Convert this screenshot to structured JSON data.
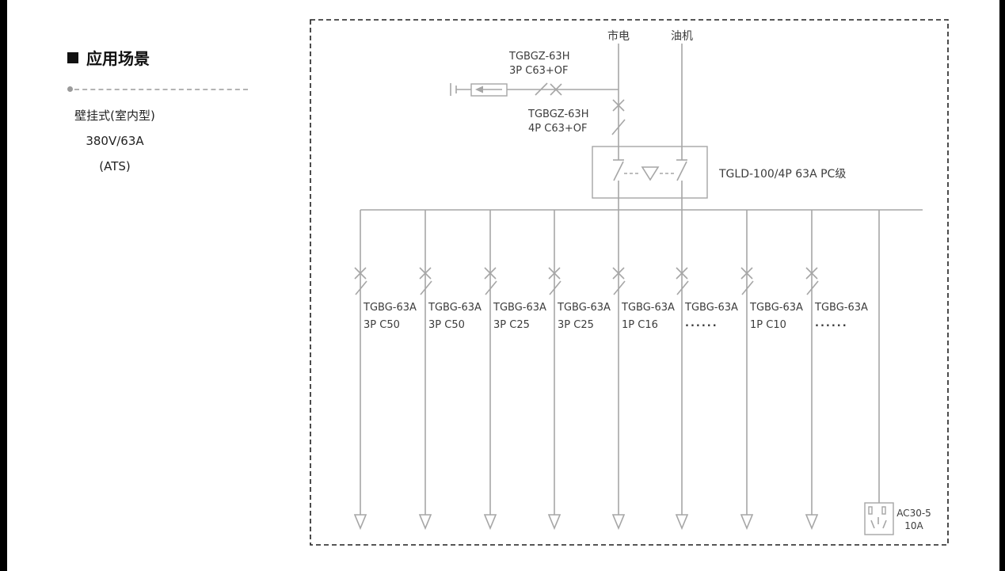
{
  "left_panel": {
    "section_title": "应用场景",
    "lines": [
      "壁挂式(室内型)",
      "380V/63A",
      "(ATS)"
    ]
  },
  "diagram": {
    "source_mains": "市电",
    "source_generator": "油机",
    "spd_breaker": {
      "line1": "TGBGZ-63H",
      "line2": "3P C63+OF"
    },
    "main_breaker": {
      "line1": "TGBGZ-63H",
      "line2": "4P C63+OF"
    },
    "ats_label": "TGLD-100/4P 63A PC级",
    "branches": [
      {
        "model": "TGBG-63A",
        "spec": "3P C50"
      },
      {
        "model": "TGBG-63A",
        "spec": "3P C50"
      },
      {
        "model": "TGBG-63A",
        "spec": "3P C25"
      },
      {
        "model": "TGBG-63A",
        "spec": "3P C25"
      },
      {
        "model": "TGBG-63A",
        "spec": "1P C16"
      },
      {
        "model": "TGBG-63A",
        "spec": "......"
      },
      {
        "model": "TGBG-63A",
        "spec": "1P C10"
      },
      {
        "model": "TGBG-63A",
        "spec": "......"
      }
    ],
    "socket": {
      "line1": "AC30-5",
      "line2": "10A"
    },
    "colors": {
      "line": "#a6a6a6",
      "text": "#3c3c3c",
      "frame": "#1f1f1f"
    }
  }
}
